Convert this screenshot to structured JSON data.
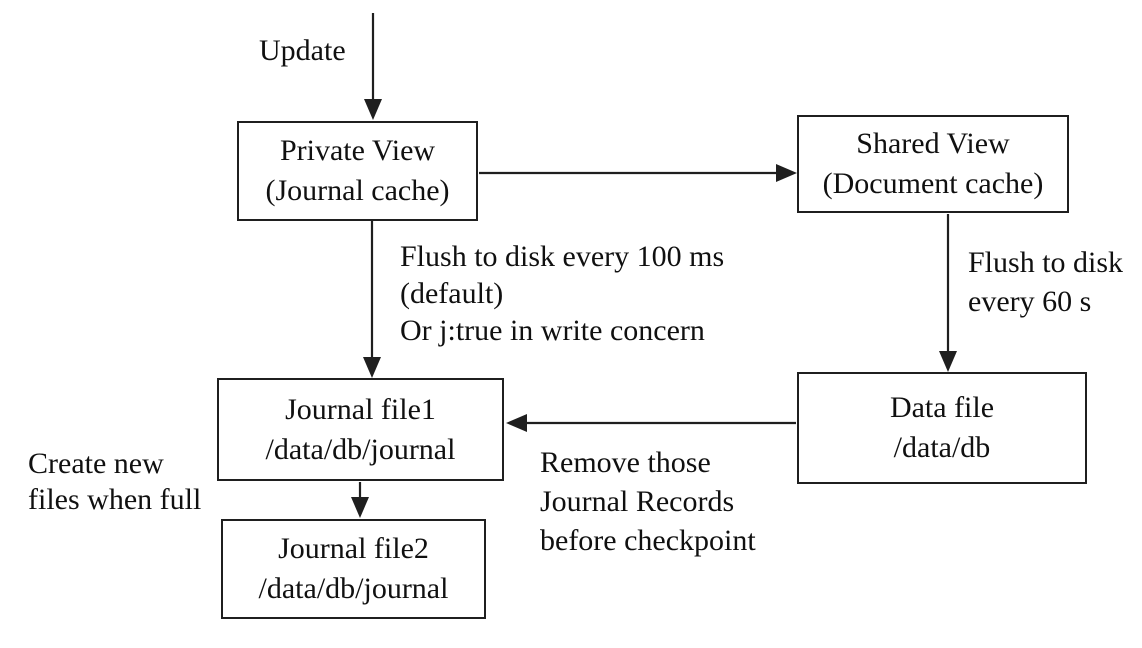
{
  "diagram": {
    "colors": {
      "stroke": "#1f1f1f",
      "text": "#101010",
      "background": "#ffffff"
    },
    "nodes": {
      "private_view": {
        "title": "Private View",
        "subtitle": "(Journal cache)"
      },
      "shared_view": {
        "title": "Shared View",
        "subtitle": "(Document cache)"
      },
      "journal_file1": {
        "title": "Journal file1",
        "subtitle": "/data/db/journal"
      },
      "data_file": {
        "title": "Data file",
        "subtitle": "/data/db"
      },
      "journal_file2": {
        "title": "Journal file2",
        "subtitle": "/data/db/journal"
      }
    },
    "edge_labels": {
      "update": "Update",
      "flush_journal": [
        "Flush to disk every 100 ms",
        "(default)",
        "Or j:true in write concern"
      ],
      "flush_data": [
        "Flush to disk",
        "every 60 s"
      ],
      "create_new_files": [
        "Create new",
        "files when full"
      ],
      "remove_records": [
        "Remove those",
        "Journal Records",
        "before checkpoint"
      ]
    }
  }
}
